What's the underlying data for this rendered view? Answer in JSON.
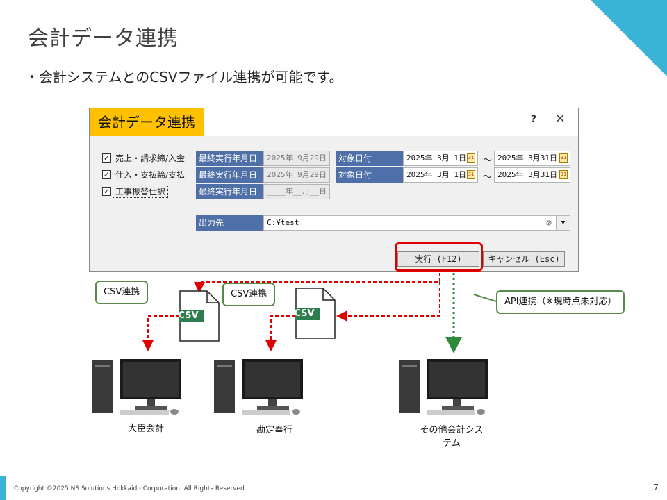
{
  "slide": {
    "title": "会計データ連携",
    "bullet": "・会計システムとのCSVファイル連携が可能です。",
    "footer": "Copyright ©2025 NS Solutions Hokkaido Corporation. All Rights Reserved.",
    "page_number": "7"
  },
  "dialog": {
    "title": "会計データ連携",
    "help": "?",
    "close": "×",
    "rows": [
      {
        "checked": true,
        "label": "売上・請求締/入金",
        "last_run_label": "最終実行年月日",
        "last_run_value": "2025年 9月29日",
        "target_label": "対象日付",
        "from": "2025年 3月 1日",
        "to": "2025年 3月31日"
      },
      {
        "checked": true,
        "label": "仕入・支払締/支払",
        "last_run_label": "最終実行年月日",
        "last_run_value": "2025年 9月29日",
        "target_label": "対象日付",
        "from": "2025年 3月 1日",
        "to": "2025年 3月31日"
      },
      {
        "checked": true,
        "label": "工事振替仕訳",
        "last_run_label": "最終実行年月日",
        "last_run_value": "____年__月__日"
      }
    ],
    "tilde": "～",
    "calendar_glyph": "31",
    "output_label": "出力先",
    "output_value": "C:¥test",
    "execute_button": "実行 (F12)",
    "cancel_button": "キャンセル (Esc)"
  },
  "diagram": {
    "callout_csv_1": "CSV連携",
    "callout_csv_2": "CSV連携",
    "callout_api": "API連携（※現時点未対応）",
    "csv_tag": "CSV",
    "pcs": [
      "大臣会計",
      "勘定奉行",
      "その他会計シス\nテム"
    ]
  },
  "colors": {
    "accent": "#39b3d6",
    "title_bg": "#ffc000",
    "label_blue": "#4f6fa8",
    "red": "#e00000",
    "green": "#2e8b3a"
  }
}
